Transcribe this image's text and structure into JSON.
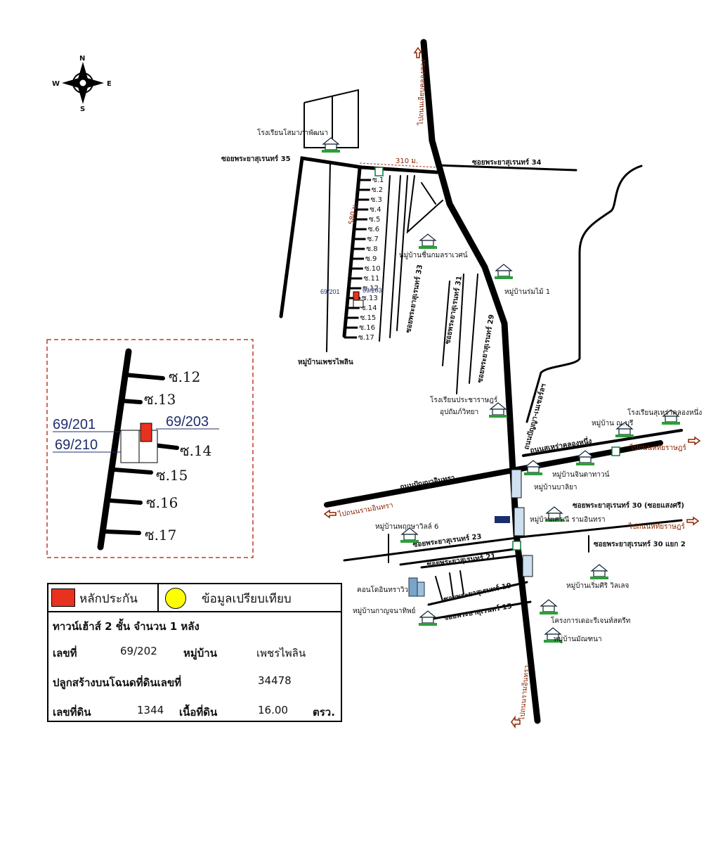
{
  "compass": {
    "n": "N",
    "s": "S",
    "e": "E",
    "w": "W"
  },
  "roads": {
    "soi35": "ซอยพระยาสุเรนทร์ 35",
    "soi34": "ซอยพระยาสุเรนทร์ 34",
    "soi33": "ซอยพระยาสุเรนทร์ 33",
    "soi31": "ซอยพระยาสุเรนทร์ 31",
    "soi29": "ซอยพระยาสุเรนทร์ 29",
    "soi30": "ซอยพระยาสุเรนทร์ 30 (ซอยแสงศรี)",
    "soi30_2": "ซอยพระยาสุเรนทร์ 30 แยก 2",
    "soi23": "ซอยพระยาสุเรนทร์ 23",
    "soi21": "ซอยพระยาสุเรนทร์ 21",
    "soi19": "ซอยพระยาสุเรนทร์ 19",
    "soi15": "ซอยพระยาสุเรนทร์ 15",
    "panya_inthra": "ถนนปัญญาอินทรา",
    "suea_klong1": "ถนนสุเหร่าคลองหนึ่ง",
    "panya_naecha": "ถนนปัญญา-เนเชอร์ลฯ"
  },
  "directions": {
    "to_liap_khlong_song": "ไปถนนเลียบคลองสอง",
    "to_ram_inthra_bottom": "ไปถนนรามอินทรา",
    "to_ram_inthra_left": "ไปถนนรามอินทรา",
    "to_hathai_rat_1": "ไปถนนหทัยราษฎร์",
    "to_hathai_rat_2": "ไปถนนหทัยราษฎร์"
  },
  "distances": {
    "d310": "310 ม.",
    "d580": "580 ม."
  },
  "places": {
    "school_somapat": "โรงเรียนโสมาภาพัฒนา",
    "vill_chuen_kamon": "หมู่บ้านชื่นกมลราเวศน์",
    "vill_rom_mai": "หมู่บ้านร่มไม้ 1",
    "vill_phet_phailin": "หมู่บ้านเพชรไพลิน",
    "school_prachart_1": "โรงเรียนประชาราษฎร์",
    "school_prachart_2": "อุปถัมภ์วิทยา",
    "school_suea": "โรงเรียนสุเหร่าคลองหนึ่ง",
    "vill_nor_buri": "หมู่บ้าน ณ.บุรี",
    "vill_jinda": "หมู่บ้านจินดาทาวน์",
    "vill_bariya": "หมู่บ้านบาลิยา",
    "vill_pruksa": "หมู่บ้านพฤกษาวิลล์ 6",
    "vill_sereni": "หมู่บ้านเศรณี รามอินทรา",
    "vill_roemsiri": "หมู่บ้านเริ่มศิริ วิลเลจ",
    "condo": "คอนโดอินทราวิว",
    "vill_kanchana": "หมู่บ้านกาญจนาทิพย์",
    "proj_the_green": "โครงการเดอะรีเจนท์สตรีท",
    "vill_monthana": "หมู่บ้านมัณฑนา"
  },
  "sois_main": [
    "ซ.1",
    "ซ.2",
    "ซ.3",
    "ซ.4",
    "ซ.5",
    "ซ.6",
    "ซ.7",
    "ซ.8",
    "ซ.9",
    "ซ.10",
    "ซ.11",
    "ซ.12",
    "ซ.13",
    "ซ.14",
    "ซ.15",
    "ซ.16",
    "ซ.17"
  ],
  "plots_small": {
    "p201": "69/201",
    "p203": "69/203"
  },
  "inset": {
    "sois": [
      "ซ.12",
      "ซ.13",
      "ซ.14",
      "ซ.15",
      "ซ.16",
      "ซ.17"
    ],
    "p201": "69/201",
    "p210": "69/210",
    "p203": "69/203"
  },
  "legend": {
    "collateral": "หลักประกัน",
    "comparison": "ข้อมูลเปรียบเทียบ",
    "collateral_color": "#e8321f",
    "comparison_color": "#ffff00"
  },
  "info": {
    "property_type": "ทาวน์เฮ้าส์ 2 ชั้น จำนวน 1 หลัง",
    "house_no_label": "เลขที่",
    "house_no": "69/202",
    "village_label": "หมู่บ้าน",
    "village": "เพชรไพลิน",
    "deed_label": "ปลูกสร้างบนโฉนดที่ดินเลขที่",
    "deed_no": "34478",
    "land_no_label": "เลขที่ดิน",
    "land_no": "1344",
    "area_label": "เนื้อที่ดิน",
    "area": "16.00",
    "area_unit": "ตรว."
  }
}
